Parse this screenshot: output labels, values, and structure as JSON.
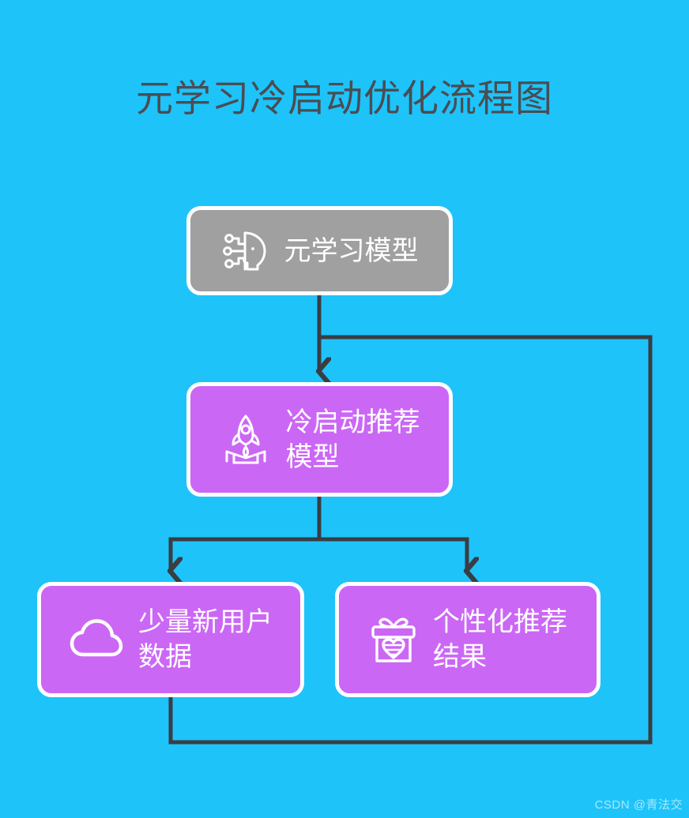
{
  "page": {
    "title": "元学习冷启动优化流程图",
    "background_color": "#1ec3fa",
    "title_color": "#4a4d52",
    "edge_color": "#3a3d42",
    "node_border_color": "#ffffff",
    "node_text_color": "#ffffff"
  },
  "diagram": {
    "type": "flowchart",
    "nodes": [
      {
        "id": "meta-model",
        "label": "元学习模型",
        "icon": "ai-head-icon",
        "fill": "#a0a0a0"
      },
      {
        "id": "cold-start-model",
        "label": "冷启动推荐\n模型",
        "icon": "rocket-launch-icon",
        "fill": "#cb67f5"
      },
      {
        "id": "new-user-data",
        "label": "少量新用户\n数据",
        "icon": "cloud-icon",
        "fill": "#cb67f5"
      },
      {
        "id": "personalized-result",
        "label": "个性化推荐\n结果",
        "icon": "gift-heart-icon",
        "fill": "#cb67f5"
      }
    ],
    "edges": [
      {
        "from": "meta-model",
        "to": "cold-start-model",
        "arrow": true
      },
      {
        "from": "cold-start-model",
        "to": "new-user-data",
        "arrow": true
      },
      {
        "from": "cold-start-model",
        "to": "personalized-result",
        "arrow": true
      },
      {
        "from": "new-user-data",
        "to": "cold-start-model",
        "arrow": false,
        "style": "feedback-loop"
      }
    ]
  },
  "watermark": {
    "text": "CSDN @青法交"
  }
}
